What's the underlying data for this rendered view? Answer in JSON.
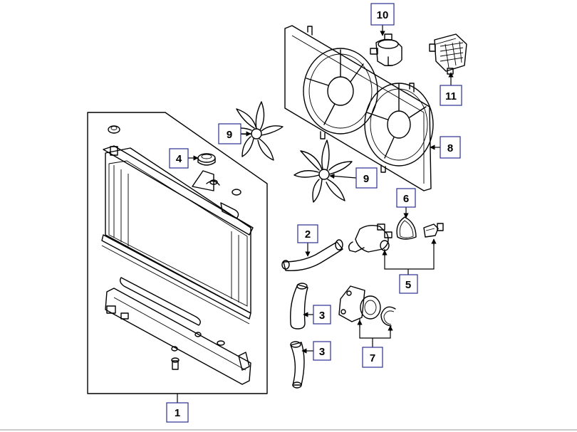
{
  "callouts": {
    "c1": "1",
    "c2": "2",
    "c3a": "3",
    "c3b": "3",
    "c4": "4",
    "c5": "5",
    "c6": "6",
    "c7": "7",
    "c8": "8",
    "c9a": "9",
    "c9b": "9",
    "c10": "10",
    "c11": "11"
  },
  "colors": {
    "callout_border": "#2a2f8f",
    "line": "#000000",
    "background": "#ffffff"
  }
}
